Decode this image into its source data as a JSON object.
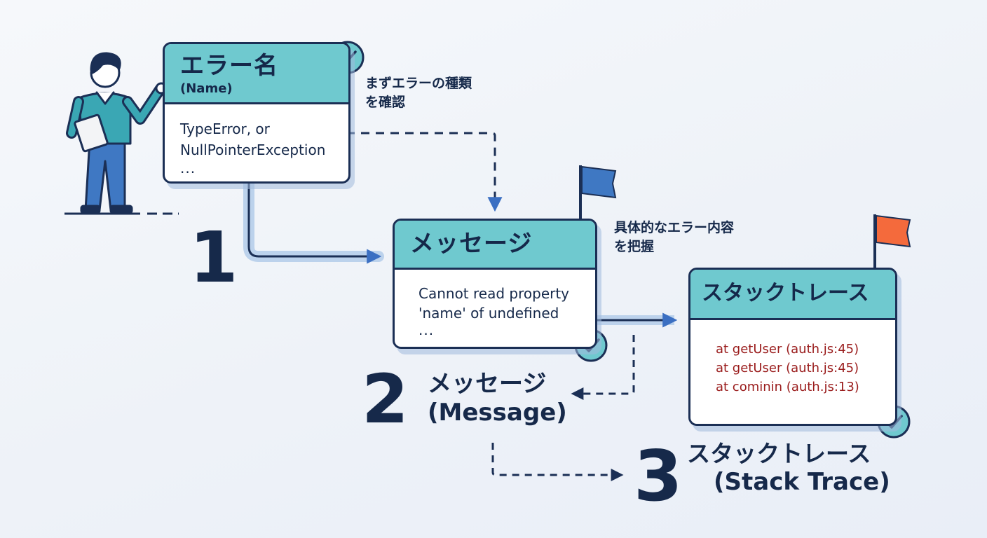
{
  "card_name": {
    "title": "エラー名",
    "subtitle": "(Name)",
    "lines": [
      "TypeError, or",
      "NullPointerException",
      "..."
    ]
  },
  "card_message": {
    "title": "メッセージ",
    "lines": [
      "Cannot read property",
      "'name' of undefined",
      "..."
    ]
  },
  "card_trace": {
    "title": "スタックトレース",
    "lines": [
      "at getUser (auth.js:45)",
      "at getUser (auth.js:45)",
      "at cominin (auth.js:13)"
    ]
  },
  "steps": [
    {
      "number": "1"
    },
    {
      "number": "2",
      "label_ja": "メッセージ",
      "label_en": "(Message)"
    },
    {
      "number": "3",
      "label_ja": "スタックトレース",
      "label_en": "(Stack Trace)"
    }
  ],
  "notes": {
    "name_note": [
      "まずエラーの種類",
      "を確認"
    ],
    "message_note": [
      "具体的なエラー内容",
      "を把握"
    ]
  },
  "colors": {
    "navy": "#1b2f55",
    "teal": "#6fc9cf",
    "blue_flag": "#3f78c3",
    "orange_flag": "#f46a3c",
    "trace_text": "#9a1c1c",
    "connector": "#3b6fc2"
  },
  "icons": [
    "person-pointing-illustration",
    "check-circle-icon",
    "blue-flag-icon",
    "orange-flag-icon"
  ]
}
